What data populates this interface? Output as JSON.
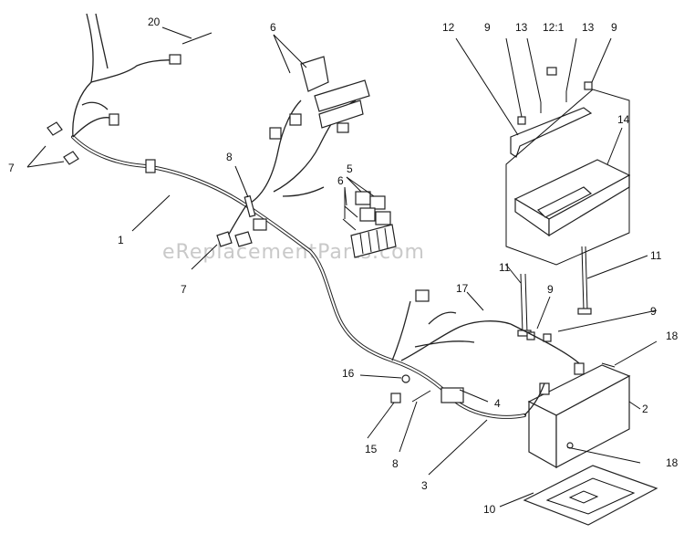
{
  "watermark": "eReplacementParts.com",
  "callouts": [
    "20",
    "6",
    "12",
    "9",
    "13",
    "12:1",
    "13",
    "9",
    "14",
    "7",
    "8",
    "5",
    "6",
    "1",
    "7",
    "11",
    "11",
    "17",
    "9",
    "9",
    "18",
    "16",
    "4",
    "2",
    "15",
    "8",
    "3",
    "18",
    "10"
  ]
}
